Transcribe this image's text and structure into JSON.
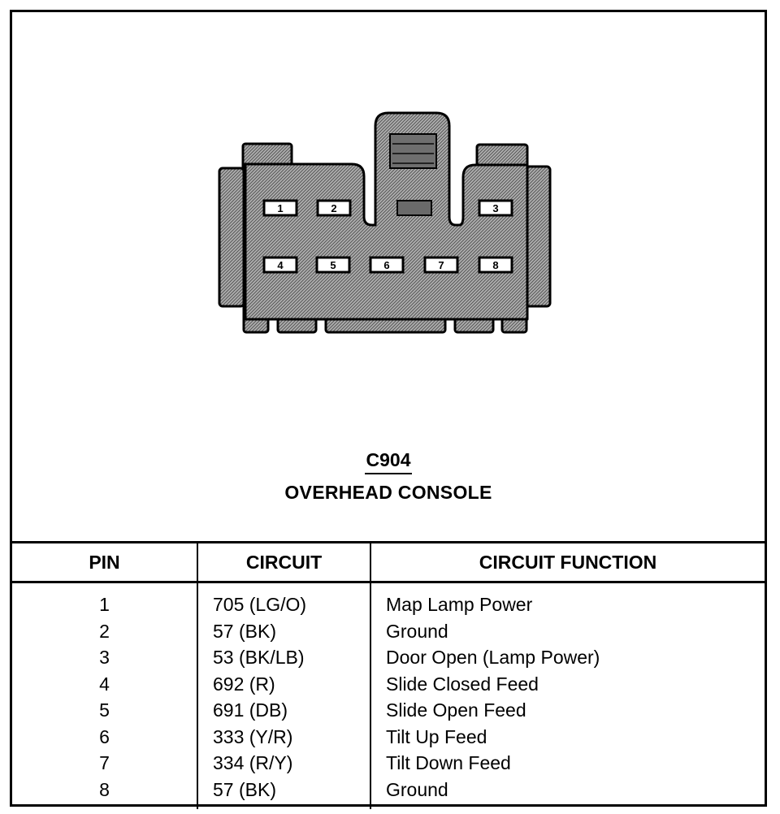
{
  "connector": {
    "id": "C904",
    "name": "OVERHEAD CONSOLE",
    "cavity_labels": [
      "1",
      "2",
      "3",
      "4",
      "5",
      "6",
      "7",
      "8"
    ]
  },
  "table": {
    "headers": {
      "pin": "PIN",
      "circuit": "CIRCUIT",
      "function": "CIRCUIT FUNCTION"
    },
    "rows": [
      {
        "pin": "1",
        "circuit": "705 (LG/O)",
        "function": "Map Lamp Power"
      },
      {
        "pin": "2",
        "circuit": "57 (BK)",
        "function": "Ground"
      },
      {
        "pin": "3",
        "circuit": "53 (BK/LB)",
        "function": "Door Open (Lamp Power)"
      },
      {
        "pin": "4",
        "circuit": "692 (R)",
        "function": "Slide Closed Feed"
      },
      {
        "pin": "5",
        "circuit": "691 (DB)",
        "function": "Slide Open Feed"
      },
      {
        "pin": "6",
        "circuit": "333 (Y/R)",
        "function": "Tilt Up Feed"
      },
      {
        "pin": "7",
        "circuit": "334 (R/Y)",
        "function": "Tilt Down Feed"
      },
      {
        "pin": "8",
        "circuit": "57 (BK)",
        "function": "Ground"
      }
    ]
  },
  "colors": {
    "ink": "#000000",
    "paper": "#ffffff",
    "hatch": "#8c8c8c"
  }
}
